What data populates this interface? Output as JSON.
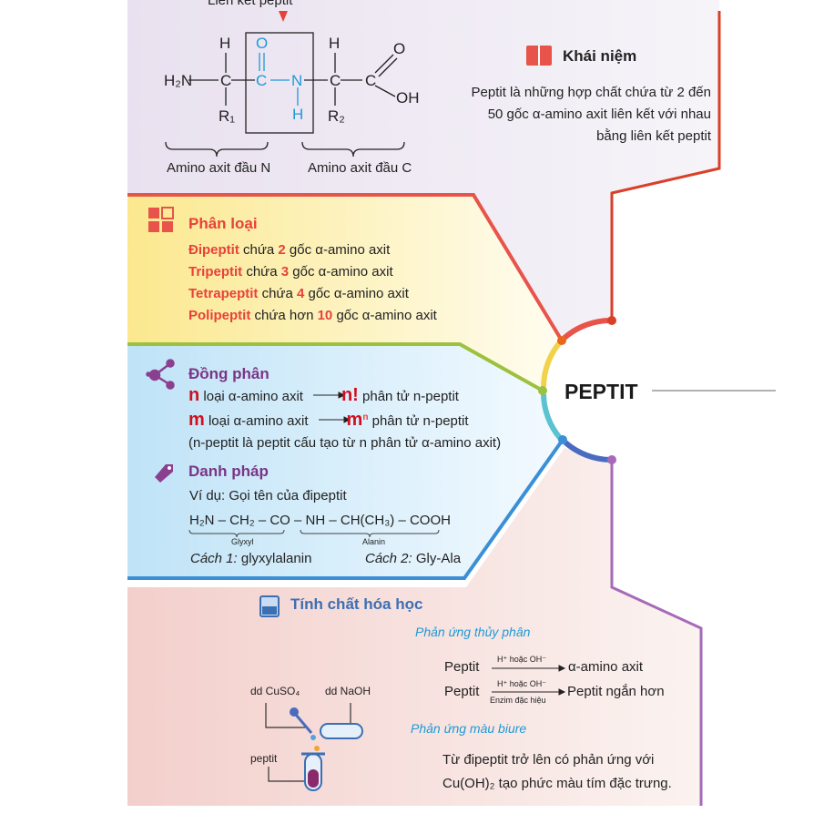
{
  "center": {
    "title": "PEPTIT"
  },
  "colors": {
    "red": "#d9402a",
    "orange": "#e8671c",
    "yellow": "#f2d24a",
    "green": "#9cc13f",
    "cyan": "#5bc2cf",
    "blue": "#3b8fd6",
    "darkblue": "#4a6bbf",
    "purple": "#a56bb8"
  },
  "structure": {
    "bond_label": "Liên kết peptit",
    "atoms": {
      "h2n": "H₂N",
      "c1": "C",
      "h1": "H",
      "r1": "R₁",
      "o": "O",
      "c2": "C",
      "n": "N",
      "hn": "H",
      "c3": "C",
      "h3": "H",
      "r2": "R₂",
      "c4": "C",
      "o2": "O",
      "oh": "OH"
    },
    "n_term": "Amino axit đầu N",
    "c_term": "Amino axit đầu C"
  },
  "khai_niem": {
    "icon": "book-icon",
    "title": "Khái niệm",
    "lines": [
      "Peptit là những hợp chất chứa từ 2 đến",
      "50 gốc α-amino axit liên kết với nhau",
      "bằng liên kết peptit"
    ]
  },
  "phan_loai": {
    "icon": "grid-icon",
    "title": "Phân loại",
    "items": [
      {
        "name": "Đipeptit",
        "pre": "chứa",
        "num": "2",
        "post": "gốc α-amino axit"
      },
      {
        "name": "Tripeptit",
        "pre": "chứa",
        "num": "3",
        "post": "gốc α-amino axit"
      },
      {
        "name": "Tetrapeptit",
        "pre": "chứa",
        "num": "4",
        "post": "gốc α-amino axit"
      },
      {
        "name": "Polipeptit",
        "pre": "chứa hơn",
        "num": "10",
        "post": "gốc α-amino axit"
      }
    ]
  },
  "dong_phan": {
    "icon": "share-icon",
    "title": "Đồng phân",
    "line1": {
      "var": "n",
      "text": "loại α-amino axit",
      "result": "n!",
      "tail": "phân tử n-peptit"
    },
    "line2": {
      "var": "m",
      "text": "loại α-amino axit",
      "result": "m",
      "sup": "n",
      "tail": "phân tử n-peptit"
    },
    "note": "(n-peptit là peptit cấu tạo từ n phân tử α-amino axit)"
  },
  "danh_phap": {
    "icon": "tag-icon",
    "title": "Danh pháp",
    "example": "Ví dụ: Gọi tên của đipeptit",
    "formula_left": "H₂N – CH₂ – CO",
    "formula_mid": " – ",
    "formula_right": "NH – CH(CH₃) – COOH",
    "label_left": "Glyxyl",
    "label_right": "Alanin",
    "way1_label": "Cách 1:",
    "way1": "glyxylalanin",
    "way2_label": "Cách 2:",
    "way2": "Gly-Ala"
  },
  "tinh_chat": {
    "icon": "beaker-icon",
    "title": "Tính chất hóa học",
    "hydrolysis_title": "Phản ứng thủy phân",
    "r1": {
      "left": "Peptit",
      "above": "H⁺ hoặc OH⁻",
      "right": "α-amino axit"
    },
    "r2": {
      "left": "Peptit",
      "above": "H⁺ hoặc OH⁻",
      "below": "Enzim đặc hiệu",
      "right": "Peptit ngắn hơn"
    },
    "biuret_title": "Phản ứng màu biure",
    "biuret_lines": [
      "Từ đipeptit trở lên có phản ứng với",
      "Cu(OH)₂ tạo phức màu tím đặc trưng."
    ],
    "labels": {
      "cuso4": "dd CuSO₄",
      "naoh": "dd NaOH",
      "peptit": "peptit"
    }
  }
}
